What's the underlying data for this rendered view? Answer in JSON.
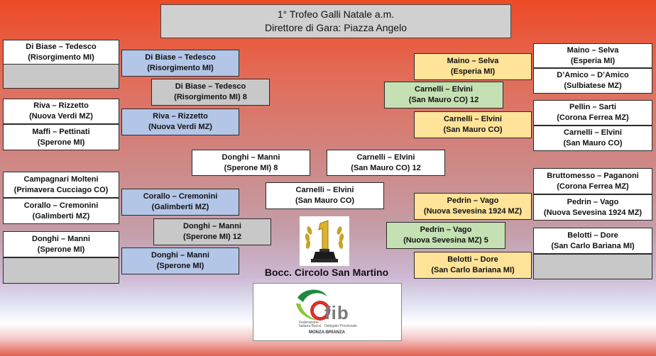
{
  "header": {
    "line1": "1° Trofeo Galli Natale a.m.",
    "line2": "Direttore di Gara: Piazza Angelo"
  },
  "left": {
    "r1": [
      {
        "team": "Di Biase – Tedesco",
        "club": "(Risorgimento MI)"
      },
      {
        "team": "",
        "club": ""
      },
      {
        "team": "Riva – Rizzetto",
        "club": "(Nuova Verdi MZ)"
      },
      {
        "team": "Maffi – Pettinati",
        "club": "(Sperone MI)"
      },
      {
        "team": "Campagnari  Molteni",
        "club": "(Primavera Cucciago CO)"
      },
      {
        "team": "Corallo – Cremonini",
        "club": "(Galimberti MZ)"
      },
      {
        "team": "Donghi – Manni",
        "club": "(Sperone MI)"
      },
      {
        "team": "",
        "club": ""
      }
    ],
    "r2": [
      {
        "team": "Di Biase – Tedesco",
        "club": "(Risorgimento MI)"
      },
      {
        "team": "Riva – Rizzetto",
        "club": "(Nuova Verdi MZ)"
      },
      {
        "team": "Corallo – Cremonini",
        "club": "(Galimberti MZ)"
      },
      {
        "team": "Donghi – Manni",
        "club": "(Sperone MI)"
      }
    ],
    "r3": [
      {
        "team": "Di Biase – Tedesco",
        "club": "(Risorgimento MI)   8"
      },
      {
        "team": "Donghi – Manni",
        "club": "(Sperone MI)   12"
      }
    ],
    "semi": {
      "team": "Donghi – Manni",
      "club": "(Sperone MI)    8"
    }
  },
  "right": {
    "r1": [
      {
        "team": "Maino – Selva",
        "club": "(Esperia MI)"
      },
      {
        "team": "D’Amico – D’Amico",
        "club": "(Sulbiatese MZ)"
      },
      {
        "team": "Pellin – Sarti",
        "club": "(Corona Ferrea MZ)"
      },
      {
        "team": "Carnelli – Elvini",
        "club": "(San Mauro CO)"
      },
      {
        "team": "Bruttomesso – Paganoni",
        "club": "(Corona Ferrea MZ)"
      },
      {
        "team": "Pedrin – Vago",
        "club": "(Nuova Sevesina 1924 MZ)"
      },
      {
        "team": "Belotti – Dore",
        "club": "(San Carlo Bariana MI)"
      },
      {
        "team": "",
        "club": ""
      }
    ],
    "r2": [
      {
        "team": "Maino – Selva",
        "club": "(Esperia MI)"
      },
      {
        "team": "Carnelli – Elvini",
        "club": "(San Mauro CO)"
      },
      {
        "team": "Pedrin – Vago",
        "club": "(Nuova Sevesina 1924 MZ)"
      },
      {
        "team": "Belotti – Dore",
        "club": "(San Carlo Bariana MI)"
      }
    ],
    "r3": [
      {
        "team": "Carnelli – Elvini",
        "club": "(San Mauro CO)   12"
      },
      {
        "team": "Pedrin – Vago",
        "club": "(Nuova Sevesina  MZ)  5"
      }
    ],
    "semi": {
      "team": "Carnelli – Elvini",
      "club": "(San Mauro CO)   12"
    }
  },
  "final": {
    "team": "Carnelli – Elvini",
    "club": "(San Mauro CO)"
  },
  "venue": "Bocc. Circolo San Martino",
  "logo": {
    "trophy_icon": "trophy-number-one-icon",
    "brand": "fib",
    "fed_line1": "Federazione",
    "fed_line2": "Italiana Bocce",
    "delegation": "Delegato Provinciale",
    "province": "MONZA-BRIANZA",
    "green": "#1e8a3a",
    "red": "#d9302a"
  }
}
